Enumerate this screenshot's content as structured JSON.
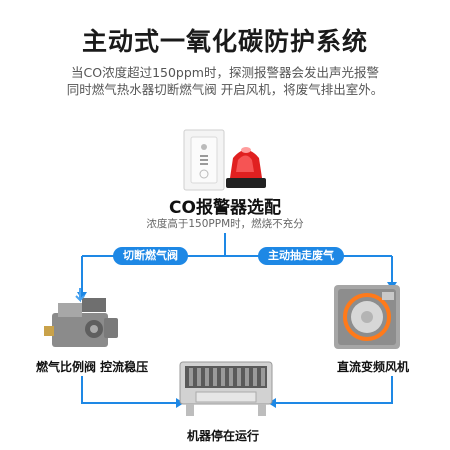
{
  "title": "主动式一氧化碳防护系统",
  "description": {
    "line1": "当CO浓度超过150ppm时，探测报警器会发出声光报警",
    "line2": "同时燃气热水器切断燃气阀 开启风机，将废气排出室外。"
  },
  "alarm": {
    "title": "CO报警器选配",
    "subtitle": "浓度高于150PPM时，燃烧不充分"
  },
  "actions": {
    "left": "切断燃气阀",
    "right": "主动抽走废气"
  },
  "components": {
    "valve": "燃气比例阀 控流稳压",
    "fan": "直流变频风机",
    "machine": "机器停在运行"
  },
  "colors": {
    "line": "#1e88e5",
    "pill": "#1e88e5",
    "siren": "#e02020"
  },
  "icons": [
    "co-detector-icon",
    "siren-icon",
    "gas-valve-icon",
    "dc-fan-icon",
    "burner-icon"
  ]
}
